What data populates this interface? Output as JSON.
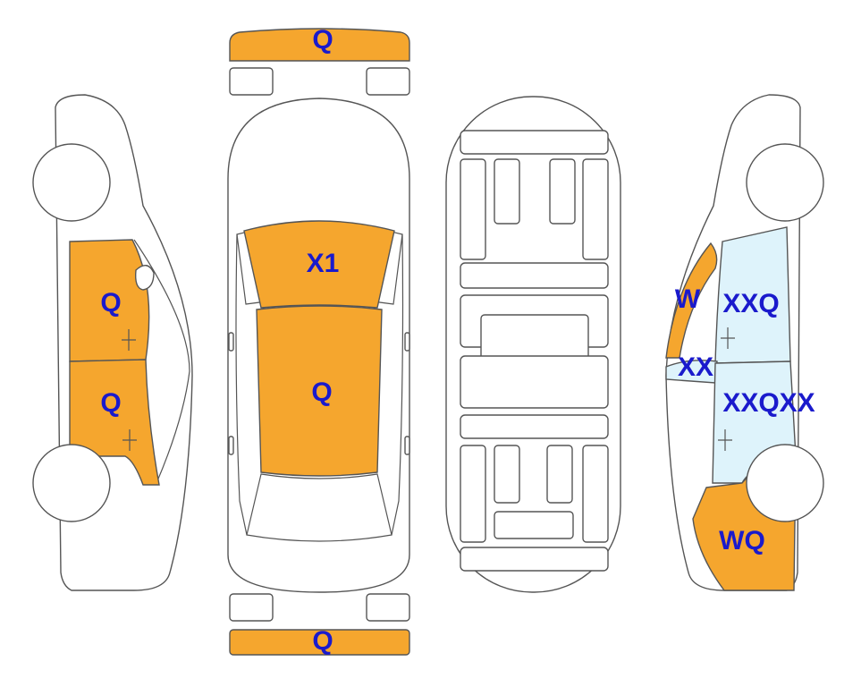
{
  "colors": {
    "damage": "#f5a62e",
    "light": "#def3fb",
    "outline": "#555555",
    "label": "#1a1acc"
  },
  "labels": {
    "front_bumper": "Q",
    "rear_bumper": "Q",
    "hood": "X1",
    "roof": "Q",
    "left_front_door": "Q",
    "left_rear_door": "Q",
    "right_pillar": "W",
    "right_front_door": "XXQ",
    "right_mirror": "XX",
    "right_rear_door": "XXQXX",
    "right_rear_quarter": "WQ"
  }
}
